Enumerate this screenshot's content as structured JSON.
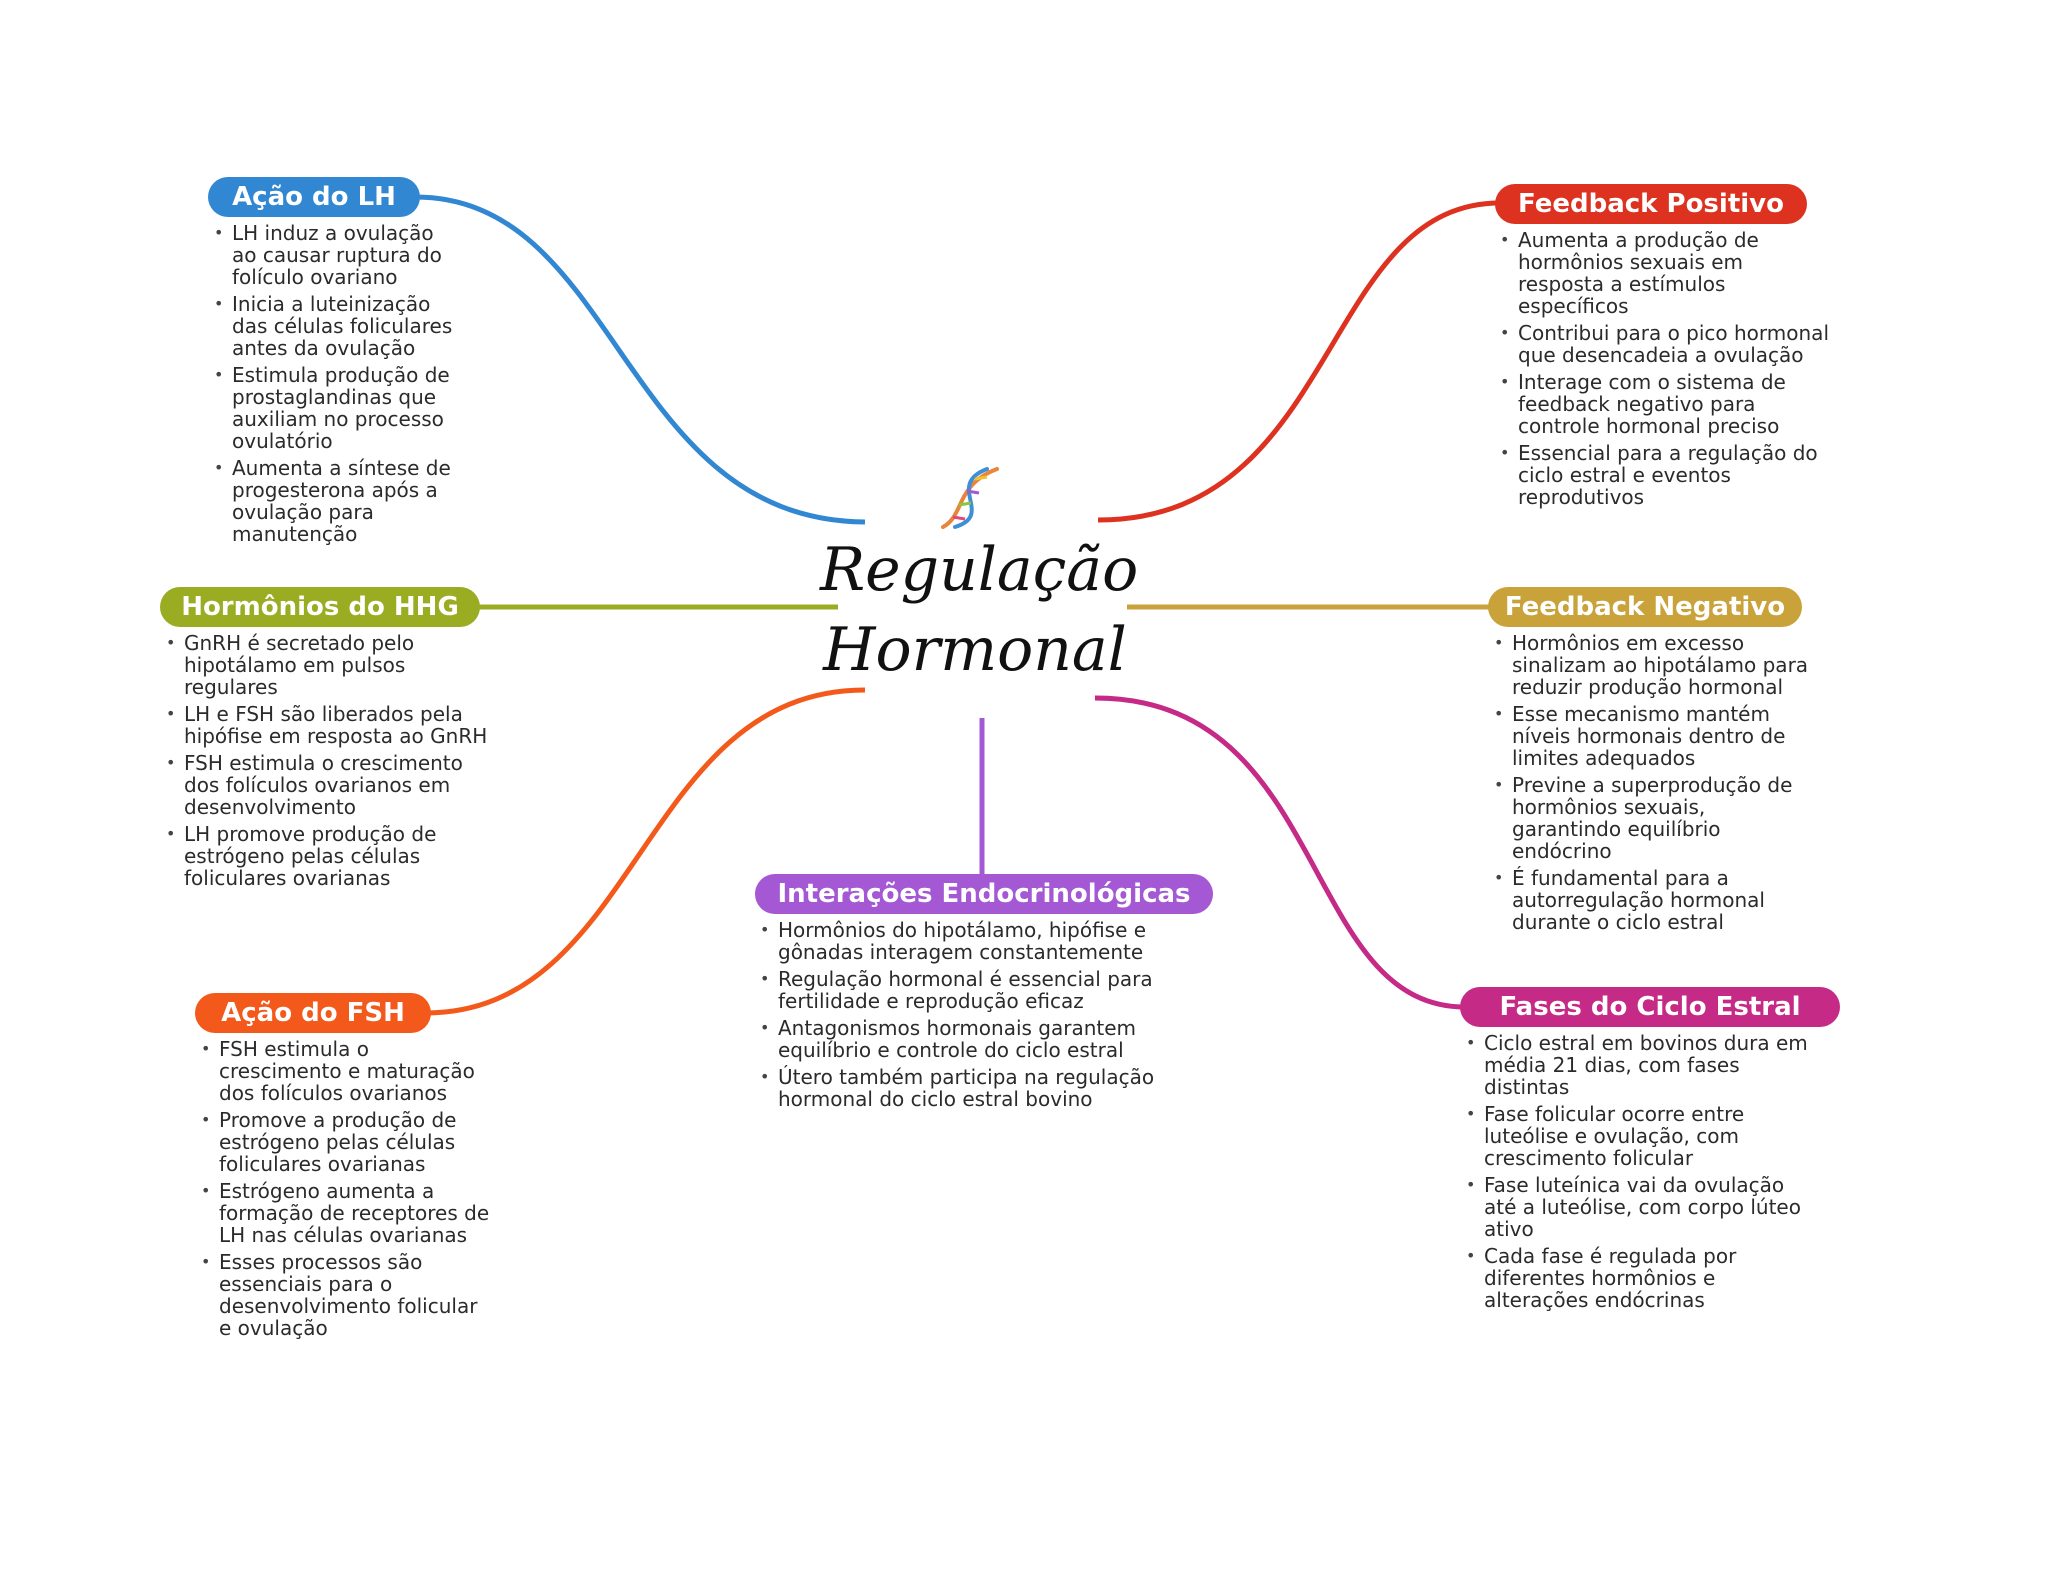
{
  "title": {
    "line1": "Regulação",
    "line2": "Hormonal"
  },
  "colors": {
    "acao_lh": "#3187d1",
    "hhg": "#9aad22",
    "acao_fsh": "#f4591c",
    "interacoes": "#a458d4",
    "feedback_positivo": "#dd321f",
    "feedback_negativo": "#c9a23a",
    "fases": "#c42a86"
  },
  "nodes": {
    "acao_lh": {
      "label": "Ação do LH",
      "items": [
        "LH induz a ovulação ao causar ruptura do folículo ovariano",
        "Inicia a luteinização das células foliculares antes da ovulação",
        "Estimula produção de prostaglandinas que auxiliam no processo ovulatório",
        "Aumenta a síntese de progesterona após a ovulação para manutenção"
      ]
    },
    "hhg": {
      "label": "Hormônios do HHG",
      "items": [
        "GnRH é secretado pelo hipotálamo em pulsos regulares",
        "LH e FSH são liberados pela hipófise em resposta ao GnRH",
        "FSH estimula o crescimento dos folículos ovarianos em desenvolvimento",
        "LH promove produção de estrógeno pelas células foliculares ovarianas"
      ]
    },
    "acao_fsh": {
      "label": "Ação do FSH",
      "items": [
        "FSH estimula o crescimento e maturação dos folículos ovarianos",
        "Promove a produção de estrógeno pelas células foliculares ovarianas",
        "Estrógeno aumenta a formação de receptores de LH nas células ovarianas",
        "Esses processos são essenciais para o desenvolvimento folicular e ovulação"
      ]
    },
    "interacoes": {
      "label": "Interações Endocrinológicas",
      "items": [
        "Hormônios do hipotálamo, hipófise e gônadas interagem constantemente",
        "Regulação hormonal é essencial para fertilidade e reprodução eficaz",
        "Antagonismos hormonais garantem equilíbrio e controle do ciclo estral",
        "Útero também participa na regulação hormonal do ciclo estral bovino"
      ]
    },
    "feedback_positivo": {
      "label": "Feedback Positivo",
      "items": [
        "Aumenta a produção de hormônios sexuais em resposta a estímulos específicos",
        "Contribui para o pico hormonal que desencadeia a ovulação",
        "Interage com o sistema de feedback negativo para controle hormonal preciso",
        "Essencial para a regulação do ciclo estral e eventos reprodutivos"
      ]
    },
    "feedback_negativo": {
      "label": "Feedback Negativo",
      "items": [
        "Hormônios em excesso sinalizam ao hipotálamo para reduzir produção hormonal",
        "Esse mecanismo mantém níveis hormonais dentro de limites adequados",
        "Previne a superprodução de hormônios sexuais, garantindo equilíbrio endócrino",
        "É fundamental para a autorregulação hormonal durante o ciclo estral"
      ]
    },
    "fases": {
      "label": "Fases do Ciclo Estral",
      "items": [
        "Ciclo estral em bovinos dura em média 21 dias, com fases distintas",
        "Fase folicular ocorre entre luteólise e ovulação, com crescimento folicular",
        "Fase luteínica vai da ovulação até a luteólise, com corpo lúteo ativo",
        "Cada fase é regulada por diferentes hormônios e alterações endócrinas"
      ]
    }
  }
}
